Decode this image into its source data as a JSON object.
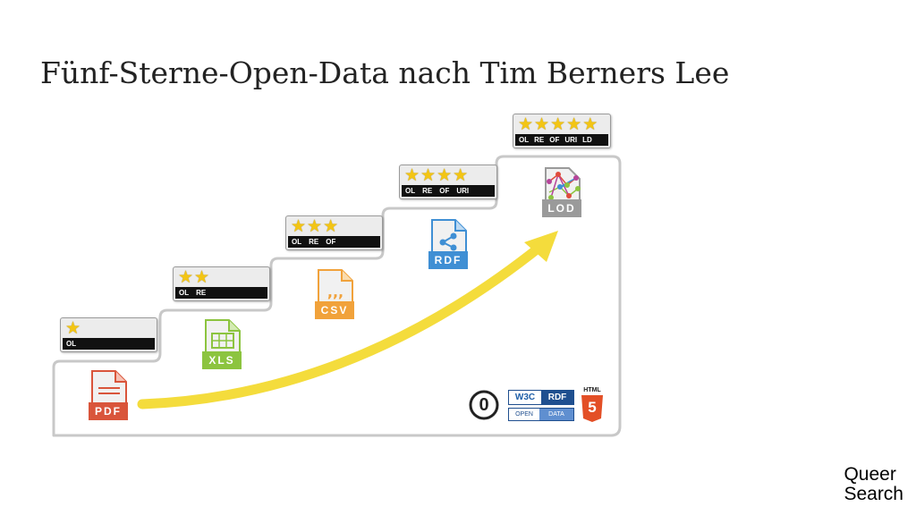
{
  "title": "Fünf-Sterne-Open-Data nach Tim Berners Lee",
  "steps": [
    {
      "stars": 1,
      "codes": [
        "OL"
      ],
      "format": "PDF",
      "color": "#d9553b"
    },
    {
      "stars": 2,
      "codes": [
        "OL",
        "RE"
      ],
      "format": "XLS",
      "color": "#8cc43f"
    },
    {
      "stars": 3,
      "codes": [
        "OL",
        "RE",
        "OF"
      ],
      "format": "CSV",
      "color": "#f1a23b"
    },
    {
      "stars": 4,
      "codes": [
        "OL",
        "RE",
        "OF",
        "URI"
      ],
      "format": "RDF",
      "color": "#3f8fd4"
    },
    {
      "stars": 5,
      "codes": [
        "OL",
        "RE",
        "OF",
        "URI",
        "LD"
      ],
      "format": "LOD",
      "color": "#9a9a9a"
    }
  ],
  "logos": {
    "cc_zero": "0",
    "w3c_left": "W3C",
    "w3c_right": "RDF",
    "open_left": "OPEN",
    "open_right": "DATA",
    "html5_top": "HTML",
    "html5_num": "5"
  },
  "footer": {
    "line1": "Queer",
    "line2": "Search"
  },
  "colors": {
    "arrow": "#f4dc3c",
    "star": "#f3c514",
    "staircase": "#c8c8c8"
  }
}
